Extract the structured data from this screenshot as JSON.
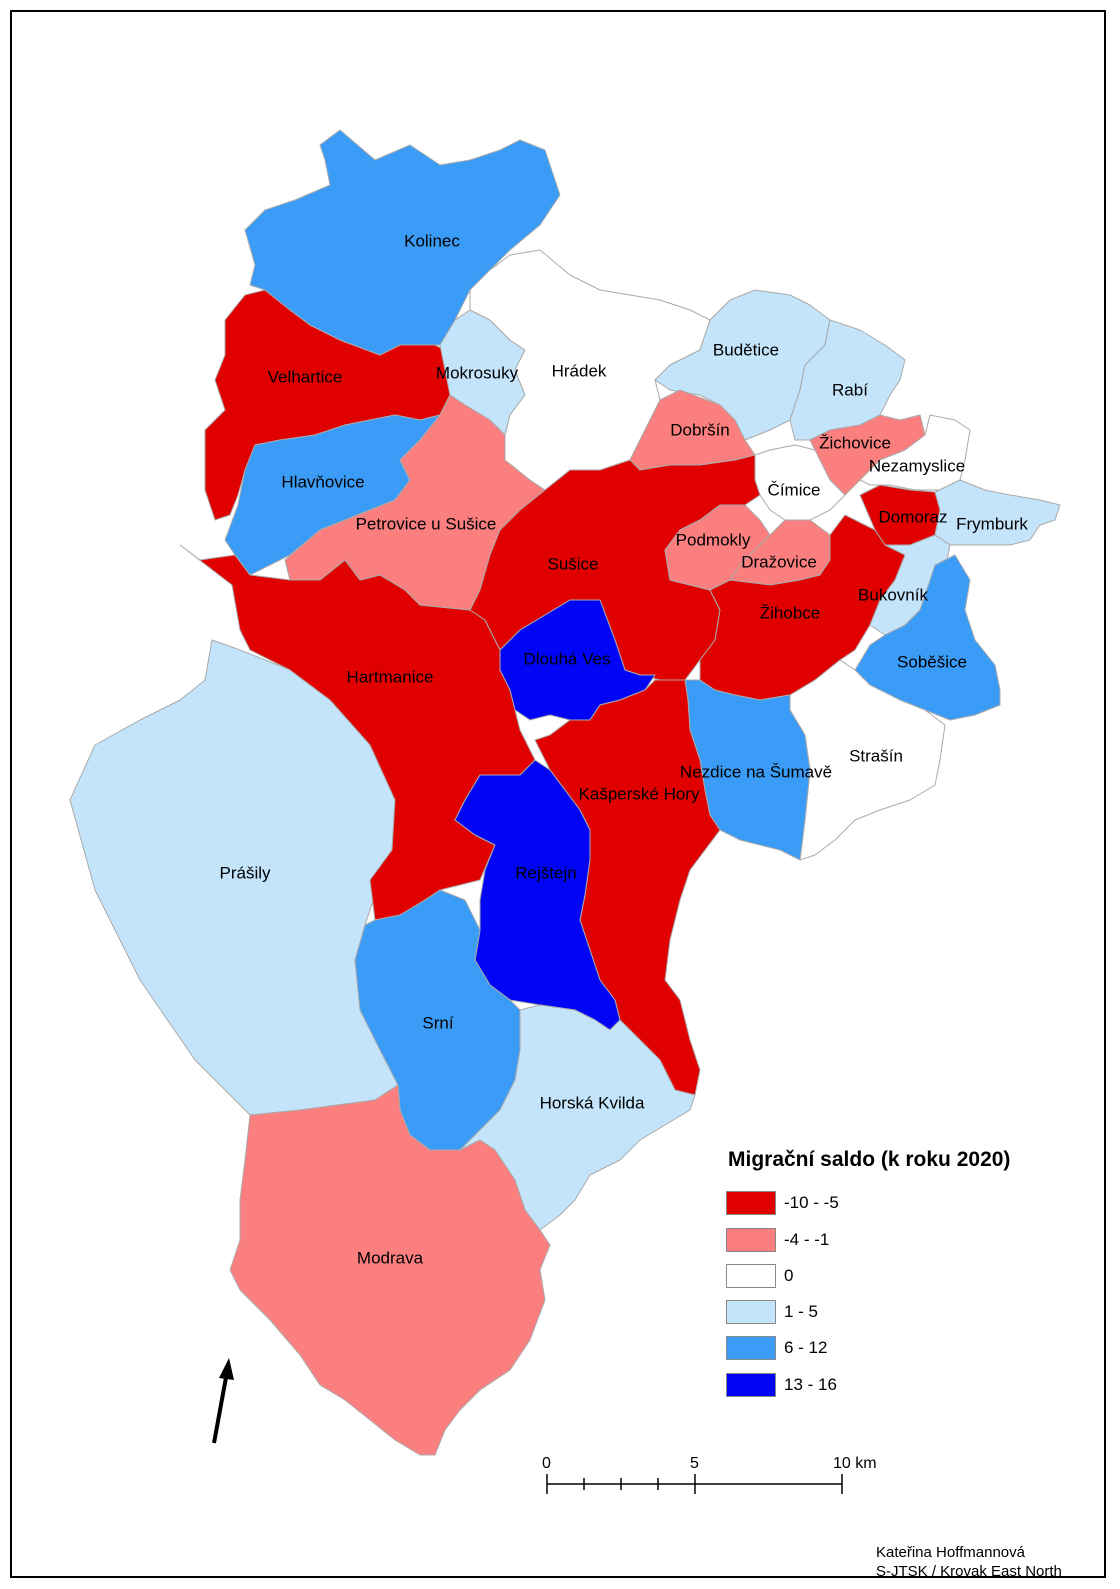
{
  "legend": {
    "title": "Migrační saldo (k roku 2020)",
    "classes": [
      {
        "label": "-10 - -5",
        "color": "#e00000"
      },
      {
        "label": "-4 - -1",
        "color": "#fb7f7f"
      },
      {
        "label": "0",
        "color": "#ffffff"
      },
      {
        "label": "1 - 5",
        "color": "#c3e4fa"
      },
      {
        "label": "6 - 12",
        "color": "#3b9cf7"
      },
      {
        "label": "13 - 16",
        "color": "#0005f5"
      }
    ]
  },
  "municipalities": [
    {
      "name": "Kolinec",
      "class": "6 - 12"
    },
    {
      "name": "Velhartice",
      "class": "-10 - -5"
    },
    {
      "name": "Mokrosuky",
      "class": "1 - 5"
    },
    {
      "name": "Hrádek",
      "class": "0"
    },
    {
      "name": "Budětice",
      "class": "1 - 5"
    },
    {
      "name": "Rabí",
      "class": "1 - 5"
    },
    {
      "name": "Dobršín",
      "class": "-4 - -1"
    },
    {
      "name": "Žichovice",
      "class": "-4 - -1"
    },
    {
      "name": "Nezamyslice",
      "class": "0"
    },
    {
      "name": "Čímice",
      "class": "0"
    },
    {
      "name": "Hlavňovice",
      "class": "6 - 12"
    },
    {
      "name": "Petrovice u Sušice",
      "class": "-4 - -1"
    },
    {
      "name": "Domoraz",
      "class": "-10 - -5"
    },
    {
      "name": "Frymburk",
      "class": "1 - 5"
    },
    {
      "name": "Podmokly",
      "class": "-4 - -1"
    },
    {
      "name": "Sušice",
      "class": "-10 - -5"
    },
    {
      "name": "Dražovice",
      "class": "-4 - -1"
    },
    {
      "name": "Bukovník",
      "class": "1 - 5"
    },
    {
      "name": "Žihobce",
      "class": "-10 - -5"
    },
    {
      "name": "Dlouhá Ves",
      "class": "13 - 16"
    },
    {
      "name": "Soběšice",
      "class": "6 - 12"
    },
    {
      "name": "Hartmanice",
      "class": "-10 - -5"
    },
    {
      "name": "Strašín",
      "class": "0"
    },
    {
      "name": "Nezdice na Šumavě",
      "class": "6 - 12"
    },
    {
      "name": "Kašperské Hory",
      "class": "-10 - -5"
    },
    {
      "name": "Prášily",
      "class": "1 - 5"
    },
    {
      "name": "Rejštejn",
      "class": "13 - 16"
    },
    {
      "name": "Srní",
      "class": "6 - 12"
    },
    {
      "name": "Horská Kvilda",
      "class": "1 - 5"
    },
    {
      "name": "Modrava",
      "class": "-4 - -1"
    }
  ],
  "scale_bar": {
    "labels": [
      "0",
      "5",
      "10 km"
    ]
  },
  "credits": {
    "author": "Kateřina Hoffmannová",
    "projection": "S-JTSK / Krovak East North"
  },
  "north_arrow_icon": "north-arrow-icon"
}
